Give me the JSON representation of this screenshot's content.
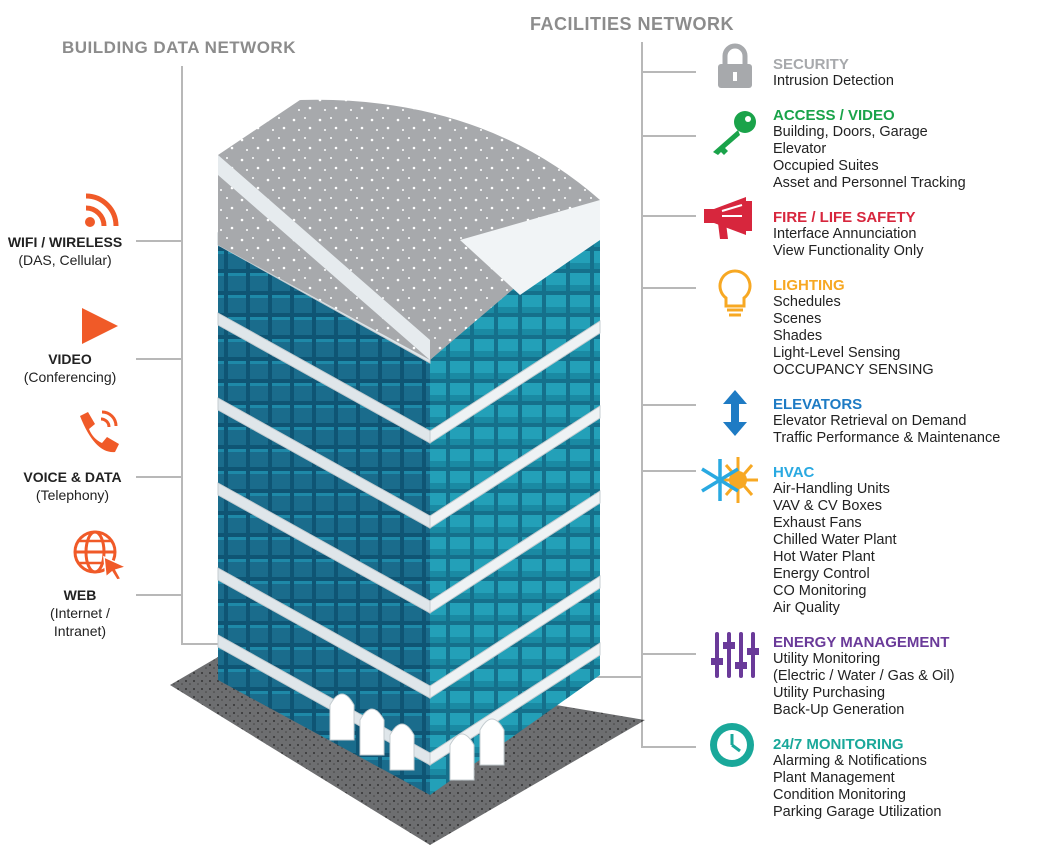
{
  "left_heading": "BUILDING DATA NETWORK",
  "right_heading": "FACILITIES NETWORK",
  "colors": {
    "orange": "#f05a28",
    "grey_icon": "#a7a9ac",
    "green": "#1aa34a",
    "red": "#d7263d",
    "amber": "#f7a823",
    "blue": "#1e7bc4",
    "lightblue": "#29a9e1",
    "purple": "#6a3a99",
    "teal": "#1aa89a",
    "line": "#b8b8b8"
  },
  "left_items": [
    {
      "title": "WIFI / WIRELESS",
      "sub1": "(DAS, Cellular)",
      "sub2": "",
      "icon": "wifi-icon"
    },
    {
      "title": "VIDEO",
      "sub1": "(Conferencing)",
      "sub2": "",
      "icon": "play-icon"
    },
    {
      "title": "VOICE & DATA",
      "sub1": "(Telephony)",
      "sub2": "",
      "icon": "phone-icon"
    },
    {
      "title": "WEB",
      "sub1": "(Internet /",
      "sub2": "Intranet)",
      "icon": "globe-cursor-icon"
    }
  ],
  "right_items": [
    {
      "title": "SECURITY",
      "color": "#a7a9ac",
      "icon": "lock-icon",
      "lines": [
        "Intrusion Detection"
      ]
    },
    {
      "title": "ACCESS / VIDEO",
      "color": "#1aa34a",
      "icon": "key-icon",
      "lines": [
        "Building, Doors, Garage",
        "Elevator",
        "Occupied Suites",
        "Asset and Personnel Tracking"
      ]
    },
    {
      "title": "FIRE / LIFE SAFETY",
      "color": "#d7263d",
      "icon": "megaphone-icon",
      "lines": [
        "Interface Annunciation",
        "View Functionality Only"
      ]
    },
    {
      "title": "LIGHTING",
      "color": "#f7a823",
      "icon": "lightbulb-icon",
      "lines": [
        "Schedules",
        "Scenes",
        "Shades",
        "Light-Level Sensing",
        "OCCUPANCY SENSING"
      ]
    },
    {
      "title": "ELEVATORS",
      "color": "#1e7bc4",
      "icon": "up-down-arrow-icon",
      "lines": [
        "Elevator Retrieval on Demand",
        "Traffic Performance & Maintenance"
      ]
    },
    {
      "title": "HVAC",
      "color": "#29a9e1",
      "icon": "snowflake-sun-icon",
      "lines": [
        "Air-Handling Units",
        "VAV & CV Boxes",
        "Exhaust Fans",
        "Chilled Water Plant",
        "Hot Water Plant",
        "Energy Control",
        "CO Monitoring",
        "Air Quality"
      ]
    },
    {
      "title": "ENERGY MANAGEMENT",
      "color": "#6a3a99",
      "icon": "sliders-icon",
      "lines": [
        "Utility Monitoring",
        "(Electric / Water / Gas & Oil)",
        "Utility Purchasing",
        "Back-Up Generation"
      ]
    },
    {
      "title": "24/7 MONITORING",
      "color": "#1aa89a",
      "icon": "clock-icon",
      "lines": [
        "Alarming & Notifications",
        "Plant Management",
        "Condition Monitoring",
        "Parking Garage Utilization"
      ]
    }
  ]
}
